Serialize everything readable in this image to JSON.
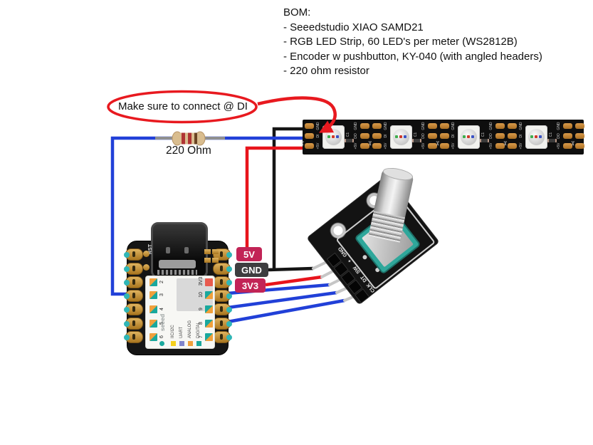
{
  "page": {
    "background": "#ffffff"
  },
  "bom": {
    "title": "BOM:",
    "items": [
      "- Seeedstudio XIAO SAMD21",
      "- RGB LED Strip, 60 LED's per meter (WS2812B)",
      "- Encoder w pushbutton, KY-040 (with angled headers)",
      "- 220 ohm resistor"
    ]
  },
  "annotation": {
    "text": "Make sure to connect @ DI"
  },
  "resistor": {
    "label": "220 Ohm"
  },
  "power_labels": {
    "v5": "5V",
    "gnd": "GND",
    "v3v3": "3V3"
  },
  "xiao": {
    "rst_label": "RST",
    "brand": "seeed",
    "left_pin_numbers": [
      "2",
      "3",
      "4",
      "5",
      "6"
    ],
    "right_pin_numbers": [
      "10",
      "9",
      "8",
      "7"
    ],
    "power_pin_label": "3V3",
    "legend": [
      {
        "label": "IIC/I2C",
        "color": "#f5cf1b"
      },
      {
        "label": "UART",
        "color": "#8084cc"
      },
      {
        "label": "ANALOG",
        "color": "#f0a03c"
      },
      {
        "label": "DIGITAL",
        "color": "#1aa89d"
      }
    ]
  },
  "led_strip": {
    "segment_count": 4,
    "pads_in": [
      "GND",
      "DI",
      "+5V"
    ],
    "pads_out": [
      "GND",
      "DO",
      "+5V"
    ],
    "cap_label": "C1"
  },
  "encoder": {
    "pins": [
      "GND",
      "+",
      "SW",
      "DT",
      "CLK"
    ]
  },
  "colors": {
    "wire_blue": "#2140d8",
    "wire_red": "#e8141c",
    "wire_black": "#151515",
    "annotation_red": "#e8191f",
    "label_pink": "#c22456",
    "label_gray": "#3d3d3f",
    "hole_teal": "#2fb6b6",
    "lead_gray": "#8f8f8f",
    "pin_silver": "#c6c6c6",
    "resistor_body": "#d9bd8f",
    "resistor_bands": [
      "#b03434",
      "#b03434",
      "#6b4423"
    ],
    "power_square": "#e85a4e",
    "led_chip_colors": [
      "#3fae4e",
      "#cf3a2a",
      "#3a52c4"
    ]
  }
}
